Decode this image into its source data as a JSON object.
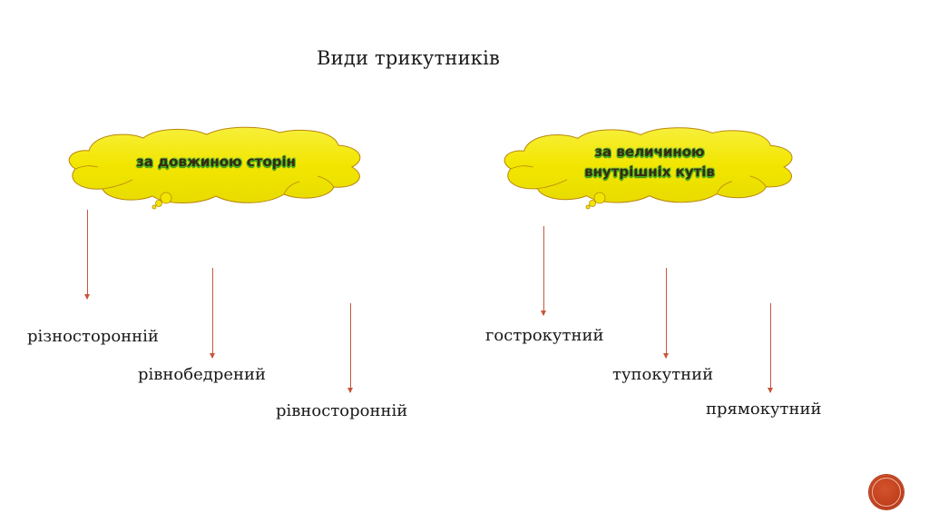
{
  "slide": {
    "title": "Види трикутників",
    "clouds": [
      {
        "id": "left",
        "lines": [
          "за довжиною сторін"
        ]
      },
      {
        "id": "right",
        "lines": [
          "за величиною",
          "внутрішніх кутів"
        ]
      }
    ],
    "left_group": {
      "items": [
        "різносторонній",
        "рівнобедрений",
        "рівносторонній"
      ]
    },
    "right_group": {
      "items": [
        "гострокутний",
        "тупокутний",
        "прямокутний"
      ]
    }
  },
  "colors": {
    "cloud_fill": "#f2ea00",
    "cloud_stroke": "#b8860b",
    "arrow": "#c8553a",
    "nav_button": "#c0401d"
  },
  "icons": {
    "nav_button": "circle-nav-icon"
  }
}
